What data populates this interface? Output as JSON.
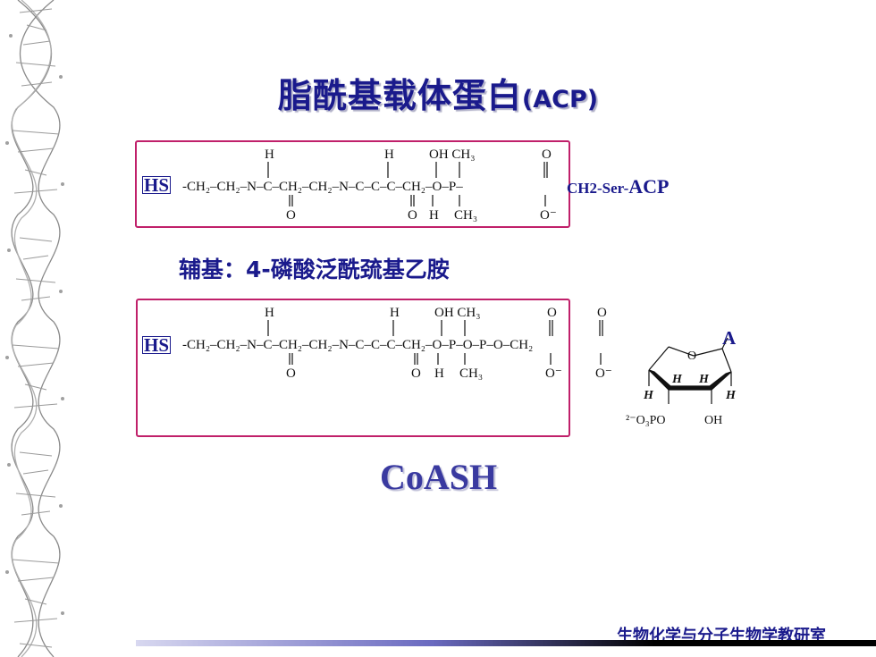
{
  "slide": {
    "title": "脂酰基载体蛋白",
    "title_abbr": "(ACP)",
    "subtitle": "辅基：4-磷酸泛酰巯基乙胺",
    "coash_label": "CoASH",
    "footer": "生物化学与分子生物学教研室"
  },
  "acp_structure": {
    "hs_label": "HS",
    "tail_small": "CH2-Ser-",
    "tail_large": "ACP"
  },
  "coa_structure": {
    "hs_label": "HS",
    "adenine_label": "A",
    "phosphate_label": "²⁻O₃PO",
    "hydroxyl_label": "OH"
  },
  "colors": {
    "text": "#1a1a8c",
    "box_border": "#c0206a",
    "footer_gradient_end": "#000000"
  }
}
